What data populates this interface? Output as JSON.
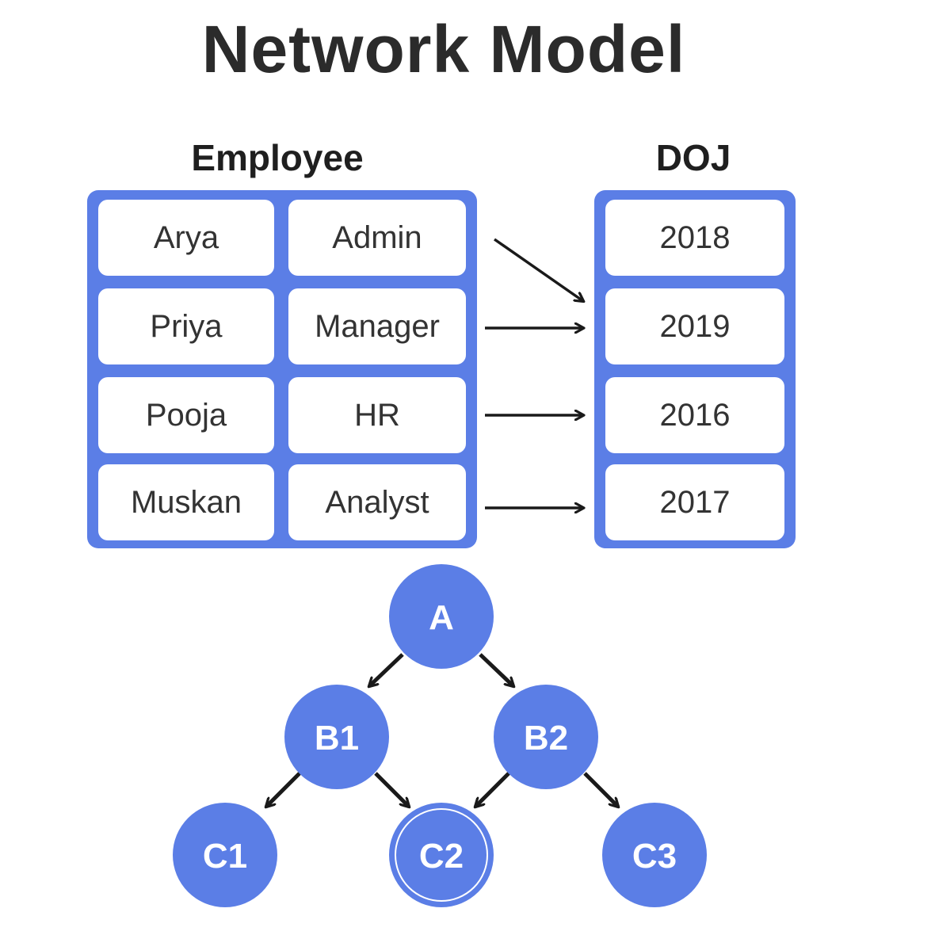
{
  "title": "Network Model",
  "employee_table": {
    "header": "Employee",
    "rows": [
      {
        "name": "Arya",
        "role": "Admin"
      },
      {
        "name": "Priya",
        "role": "Manager"
      },
      {
        "name": "Pooja",
        "role": "HR"
      },
      {
        "name": "Muskan",
        "role": "Analyst"
      }
    ]
  },
  "doj_table": {
    "header": "DOJ",
    "rows": [
      "2018",
      "2019",
      "2016",
      "2017"
    ]
  },
  "tree": {
    "nodes": [
      "A",
      "B1",
      "B2",
      "C1",
      "C2",
      "C3"
    ]
  },
  "colors": {
    "accent": "#5b7ee6",
    "text": "#333333",
    "arrow": "#1a1a1a"
  }
}
